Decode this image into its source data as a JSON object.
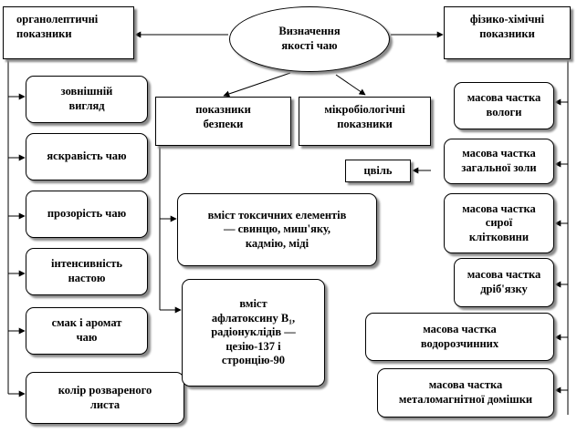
{
  "nodes": {
    "center": "Визначення\nякості чаю",
    "organoleptic": "органолептичні\nпоказники",
    "physchem": "фізико-хімічні\nпоказники",
    "safety": "показники\nбезпеки",
    "microbio": "мікробіологічні\nпоказники",
    "appearance": "зовнішній\nвигляд",
    "brightness": "яскравість чаю",
    "transparency": "прозорість чаю",
    "intensity": "інтенсивність\nнастою",
    "taste": "смак і аромат\nчаю",
    "leaf_color": "колір розвареного\nлиста",
    "toxic": "вміст токсичних елементів\n— свинцю, миш'яку,\nкадмію, міді",
    "aflatoxin": "вміст\nафлатоксину B₁,\nрадіонуклідів —\nцезію-137 і\nстронцію-90",
    "mold": "цвіль",
    "moisture": "масова частка\nвологи",
    "ash": "масова частка\nзагальної золи",
    "fiber": "масова частка\nсирої\nклітковини",
    "dust": "масова частка\nдріб'язку",
    "soluble": "масова частка\nводорозчинних",
    "ferromag": "масова частка\nметаломагнітної домішки"
  }
}
